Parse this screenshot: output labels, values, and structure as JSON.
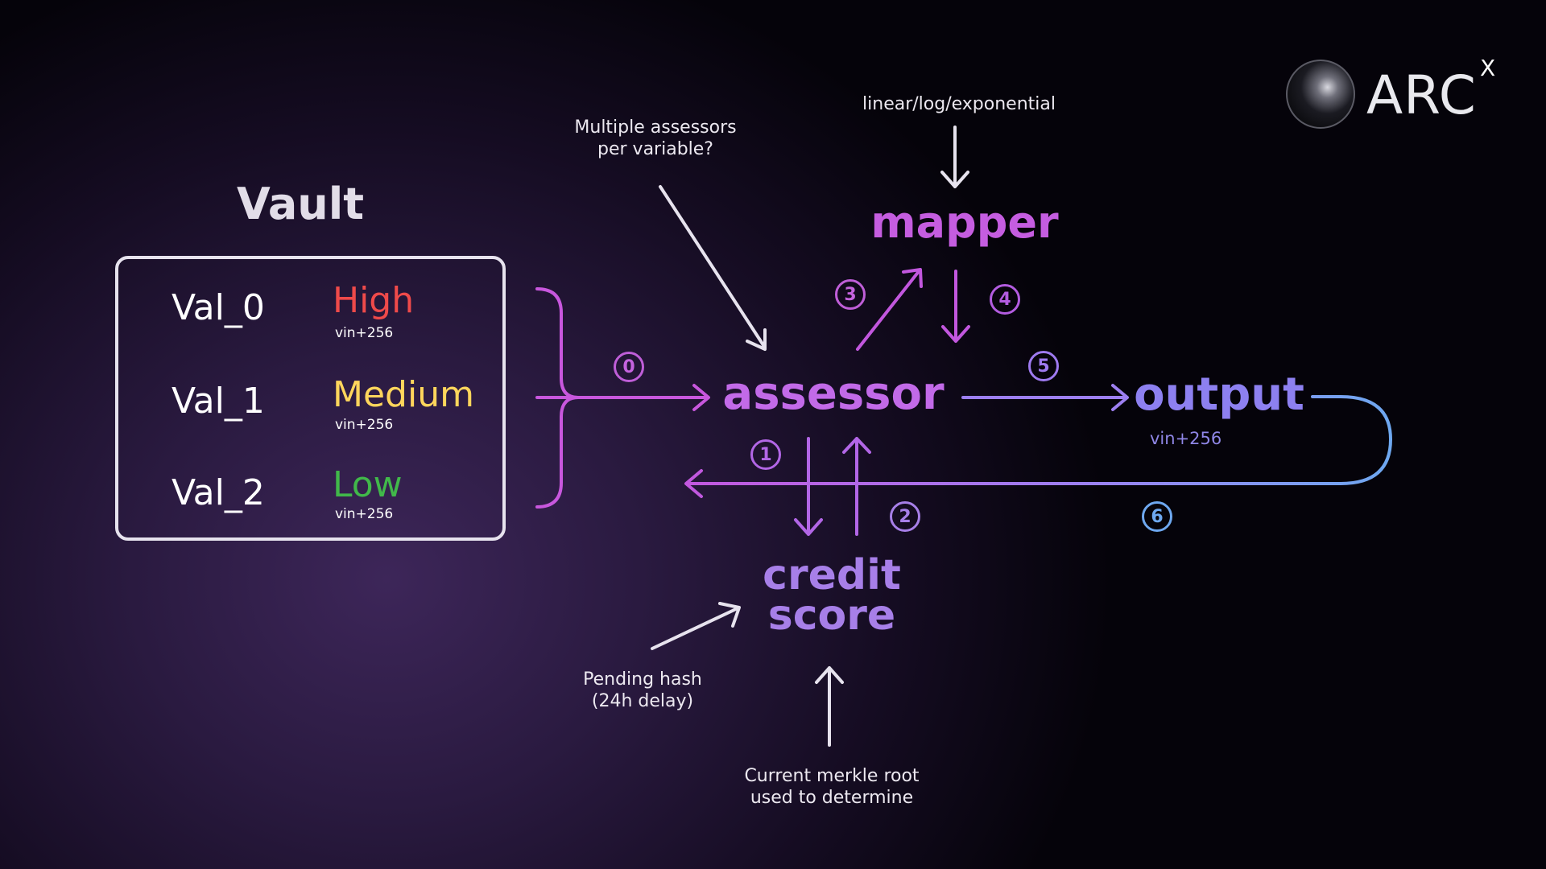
{
  "vault": {
    "title": "Vault",
    "rows": [
      {
        "name": "Val_0",
        "level": "High",
        "level_color": "#ef4a4a",
        "vin": "vin+256"
      },
      {
        "name": "Val_1",
        "level": "Medium",
        "level_color": "#ffd65c",
        "vin": "vin+256"
      },
      {
        "name": "Val_2",
        "level": "Low",
        "level_color": "#41b84a",
        "vin": "vin+256"
      }
    ]
  },
  "nodes": {
    "assessor": "assessor",
    "mapper": "mapper",
    "output": "output",
    "output_vin": "vin+256",
    "credit_line1": "credit",
    "credit_line2": "score"
  },
  "notes": {
    "mapper_modes": "linear/log/exponential",
    "multiple_assessors_line1": "Multiple assessors",
    "multiple_assessors_line2": "per variable?",
    "pending_line1": "Pending hash",
    "pending_line2": "(24h delay)",
    "merkle_line1": "Current merkle root",
    "merkle_line2": "used to determine"
  },
  "steps": [
    "0",
    "1",
    "2",
    "3",
    "4",
    "5",
    "6"
  ],
  "logo": {
    "text": "ARC",
    "superscript": "X"
  },
  "colors": {
    "magenta": "#c857dd",
    "purple": "#a97ff0",
    "blue": "#6ea8f0",
    "note": "#ece8f0"
  }
}
